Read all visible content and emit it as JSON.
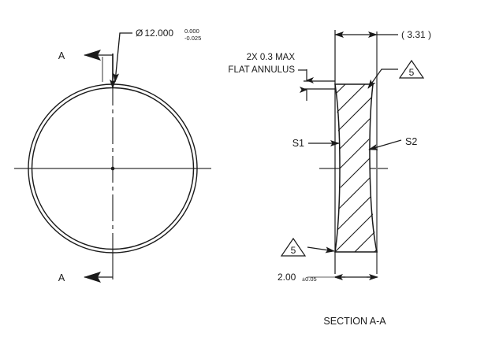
{
  "drawing": {
    "type": "engineering-drawing",
    "views": {
      "front": {
        "name": "front-circular-view",
        "section_arrow_top_label": "A",
        "section_arrow_bottom_label": "A"
      },
      "section": {
        "name": "section-view",
        "caption": "SECTION A-A"
      }
    },
    "dimensions": {
      "diameter": {
        "symbol": "Ø",
        "value": "12.000",
        "tol_upper": "0.000",
        "tol_lower": "-0.025"
      },
      "reference_width": "( 3.31 )",
      "thickness": {
        "value": "2.00",
        "tolerance": "±0.05"
      }
    },
    "notes": {
      "flat_annulus": {
        "line1": "2X 0.3 MAX",
        "line2": "FLAT ANNULUS"
      },
      "flag_top": "5",
      "flag_bottom": "5"
    },
    "surface_labels": {
      "s1": "S1",
      "s2": "S2"
    },
    "colors": {
      "line": "#1a1a1a",
      "centerline": "#808080",
      "text": "#1a1a1a",
      "background": "#ffffff"
    }
  }
}
